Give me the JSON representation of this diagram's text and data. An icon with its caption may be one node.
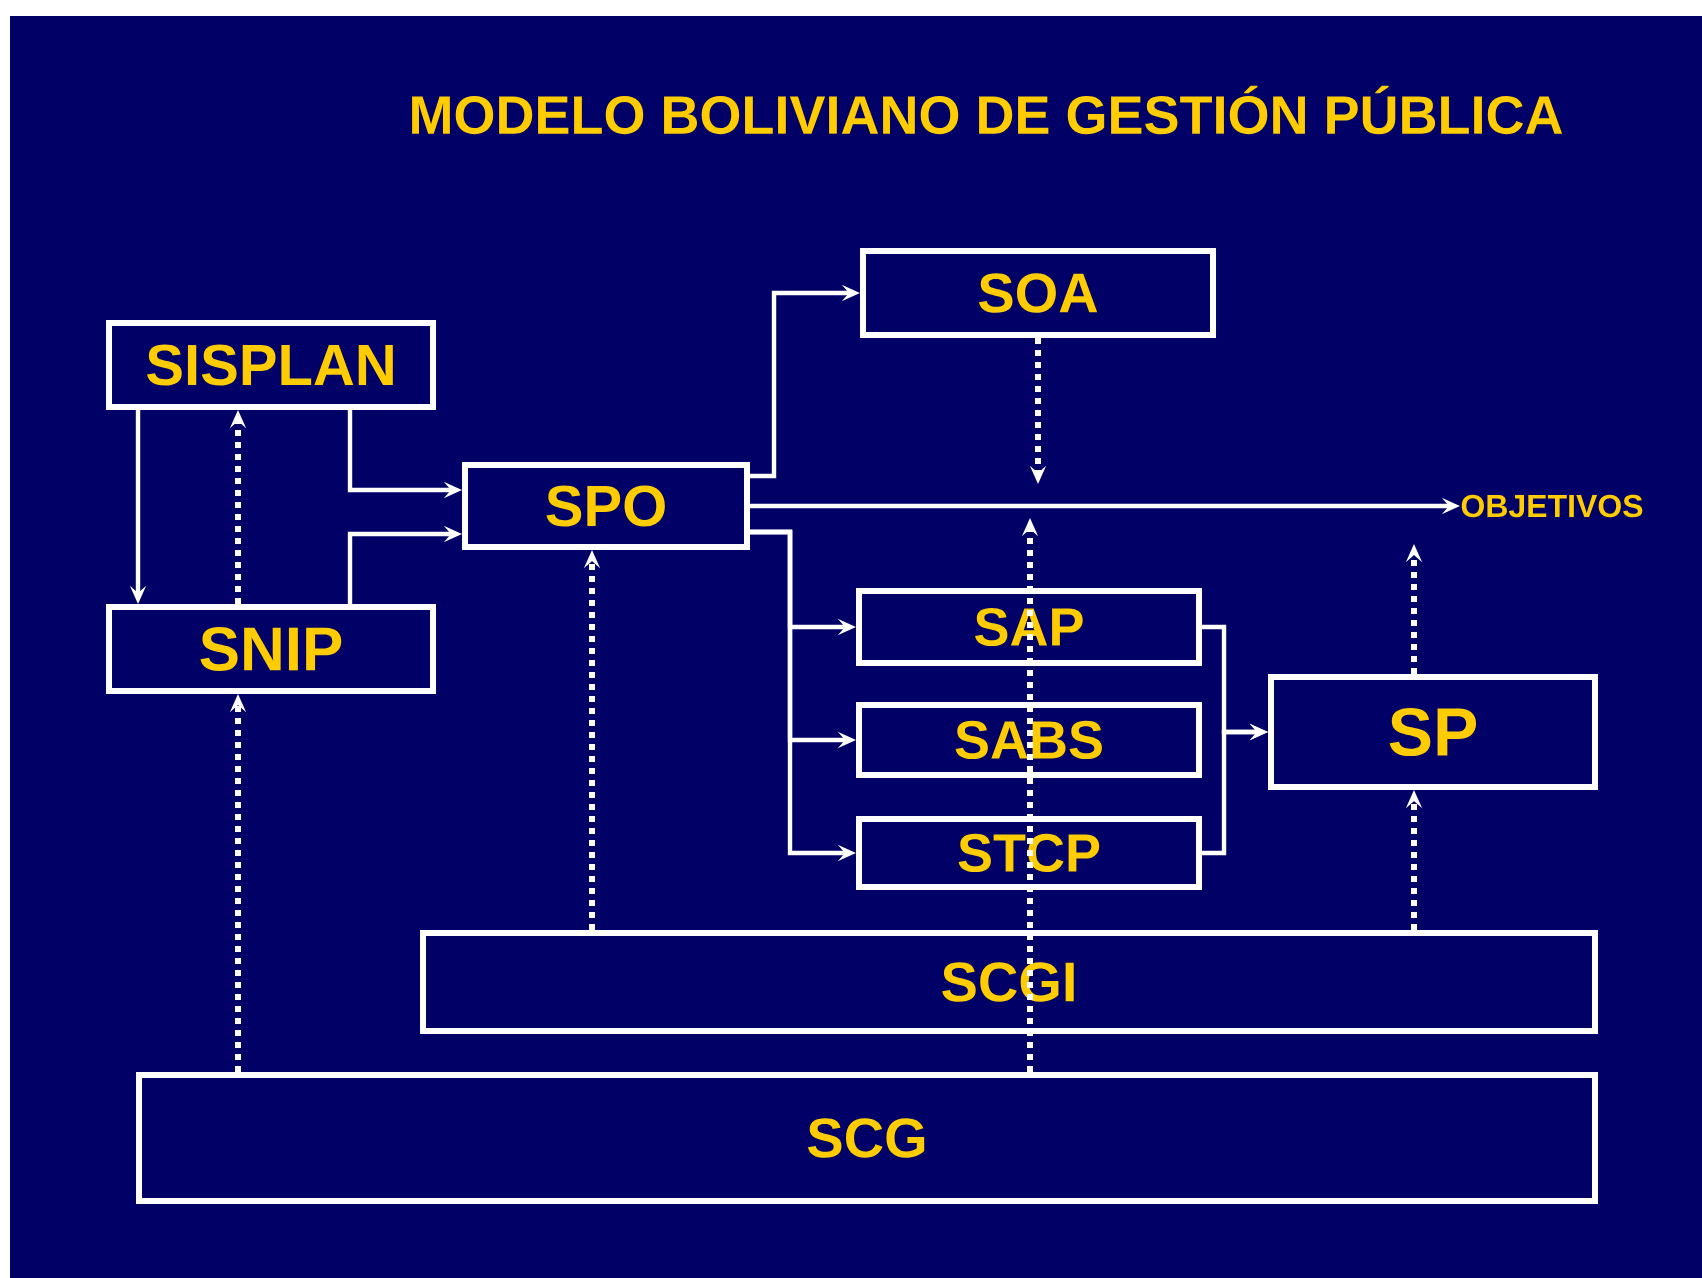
{
  "diagram": {
    "title": "MODELO BOLIVIANO DE GESTIÓN PÚBLICA",
    "nodes": [
      {
        "text": [
          "SISPLAN"
        ]
      },
      {
        "text": [
          "SNIP"
        ]
      },
      {
        "text": [
          "SPO"
        ]
      },
      {
        "text": [
          "SOA"
        ]
      },
      {
        "text": [
          "SAP"
        ]
      },
      {
        "text": [
          "SABS"
        ]
      },
      {
        "text": [
          "STCP"
        ]
      },
      {
        "text": [
          "SP"
        ]
      },
      {
        "text": [
          "SCGI"
        ]
      },
      {
        "text": [
          "SCG"
        ]
      },
      {
        "text": [
          "OBJETIVOS"
        ]
      }
    ],
    "edges": [
      {
        "from": 0,
        "to": 1,
        "arrow": "to"
      },
      {
        "from": 1,
        "to": 0,
        "arrow": "to",
        "style": "dashed"
      },
      {
        "from": 0,
        "to": 2,
        "arrow": "to"
      },
      {
        "from": 1,
        "to": 2,
        "arrow": "to"
      },
      {
        "from": 2,
        "to": 3,
        "arrow": "to"
      },
      {
        "from": 2,
        "to": 10,
        "arrow": "to"
      },
      {
        "from": 2,
        "to": 4,
        "arrow": "to"
      },
      {
        "from": 2,
        "to": 5,
        "arrow": "to"
      },
      {
        "from": 2,
        "to": 6,
        "arrow": "to"
      },
      {
        "from": 4,
        "to": 7,
        "arrow": "to"
      },
      {
        "from": 6,
        "to": 7,
        "arrow": "to"
      },
      {
        "from": 3,
        "to": null,
        "arrow": "to",
        "style": "dashed"
      },
      {
        "from": 9,
        "to": null,
        "arrow": "to",
        "style": "dashed"
      },
      {
        "from": 9,
        "to": 1,
        "arrow": "to",
        "style": "dashed"
      },
      {
        "from": 8,
        "to": 2,
        "arrow": "to",
        "style": "dashed"
      },
      {
        "from": 8,
        "to": 7,
        "arrow": "to",
        "style": "dashed"
      },
      {
        "from": 7,
        "to": null,
        "arrow": "to",
        "style": "dashed"
      }
    ]
  }
}
